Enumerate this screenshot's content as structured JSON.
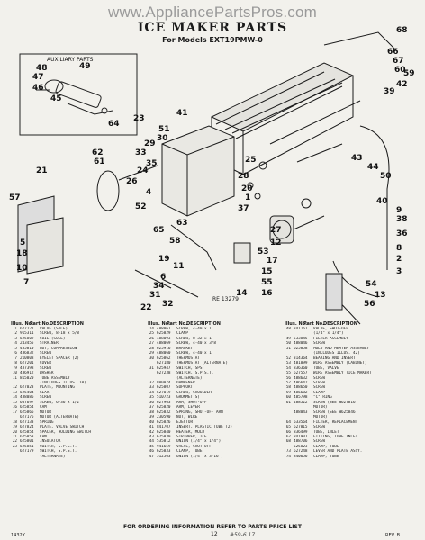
{
  "watermark": "www.AppliancePartsPros.com",
  "title": "ICE MAKER PARTS",
  "subtitle": "For Models EXT19PMW-0",
  "inset_label": "AUXILIARY PARTS",
  "figure_number": "RE 13279",
  "callouts": {
    "inset": [
      "48",
      "49",
      "47",
      "46",
      "45",
      "64"
    ],
    "main": [
      "68",
      "66",
      "67",
      "60",
      "59",
      "42",
      "39",
      "41",
      "23",
      "51",
      "30",
      "29",
      "33",
      "35",
      "24",
      "26",
      "62",
      "61",
      "21",
      "57",
      "4",
      "52",
      "25",
      "28",
      "20",
      "1",
      "37",
      "43",
      "44",
      "50",
      "40",
      "9",
      "38",
      "36",
      "8",
      "2",
      "3",
      "5",
      "18",
      "10",
      "7",
      "65",
      "58",
      "19",
      "11",
      "6",
      "17",
      "15",
      "55",
      "16",
      "14",
      "27",
      "12",
      "53",
      "54",
      "13",
      "56",
      "34",
      "31",
      "32",
      "22",
      "63"
    ]
  },
  "parts_columns": [
    {
      "headers": [
        "Illus. No.",
        "Part No.",
        "DESCRIPTION"
      ],
      "rows": [
        [
          "1",
          "627127",
          "VALVE (SOLE)"
        ],
        [
          "2",
          "915311",
          "SCREW, 8-18 x 5/8"
        ],
        [
          "3",
          "625809",
          "COIL (SOLE)"
        ],
        [
          "4",
          "243455",
          "STRAINER"
        ],
        [
          "5",
          "485810",
          "NUT, COMPRESSION"
        ],
        [
          "6",
          "486832",
          "SCREW"
        ],
        [
          "7",
          "210808",
          "EYELET SPACER (2)"
        ],
        [
          "8",
          "627201",
          "COVER"
        ],
        [
          "9",
          "487398",
          "SCREW"
        ],
        [
          "10",
          "486912",
          "WASHER"
        ],
        [
          "11",
          "815020",
          "TUBE ASSEMBLY"
        ],
        [
          "",
          "",
          "(INCLUDES ILLUS. 10)"
        ],
        [
          "12",
          "627023",
          "PLATE, MOUNTING"
        ],
        [
          "13",
          "625404",
          "GEAR"
        ],
        [
          "14",
          "488086",
          "SCREW"
        ],
        [
          "15",
          "607697",
          "SCREW, 6-36 x 1/2"
        ],
        [
          "16",
          "625854",
          "CAM"
        ],
        [
          "17",
          "625866",
          "MOTOR"
        ],
        [
          "",
          "627176",
          "MOTOR (ALTERNATE)"
        ],
        [
          "18",
          "627133",
          "SPRING"
        ],
        [
          "19",
          "627824",
          "PLATE, VALVE SWITCH"
        ],
        [
          "20",
          "625854",
          "SPACER, HOLDING SWITCH"
        ],
        [
          "21",
          "625853",
          "CAM"
        ],
        [
          "22",
          "625801",
          "INSULATOR"
        ],
        [
          "23",
          "625851",
          "SWITCH, S.P.S.T."
        ],
        [
          "",
          "627179",
          "SWITCH, S.P.S.T."
        ],
        [
          "",
          "",
          "(ALTERNATE)"
        ]
      ]
    },
    {
      "headers": [
        "Illus. No.",
        "Part No.",
        "DESCRIPTION"
      ],
      "rows": [
        [
          "24",
          "488061",
          "SCREW, 4-40 x 1"
        ],
        [
          "25",
          "625829",
          "CLAMP"
        ],
        [
          "26",
          "488093",
          "SCREW, 8-32 x 1"
        ],
        [
          "27",
          "488069",
          "SCREW, 4-40 x 3/8"
        ],
        [
          "28",
          "625916",
          "BRACKET"
        ],
        [
          "29",
          "488060",
          "SCREW, 4-40 x 1"
        ],
        [
          "30",
          "625862",
          "THERMOSTAT"
        ],
        [
          "",
          "627180",
          "THERMOSTAT (ALTERNATE)"
        ],
        [
          "31",
          "625947",
          "SWITCH, SPST"
        ],
        [
          "",
          "627238",
          "SWITCH, S.P.S.T."
        ],
        [
          "",
          "",
          "(ALTERNATE)"
        ],
        [
          "32",
          "800074",
          "DAMPENER"
        ],
        [
          "33",
          "625807",
          "SUPPORT"
        ],
        [
          "34",
          "627019",
          "SCREW, SHOULDER"
        ],
        [
          "35",
          "510723",
          "GROMMET(S)"
        ],
        [
          "36",
          "627963",
          "ARM, SHUT-OFF"
        ],
        [
          "37",
          "625820",
          "ARM, LEVER"
        ],
        [
          "38",
          "625832",
          "SPRING, SHUT-OFF ARM"
        ],
        [
          "39",
          "230590",
          "NUT, WIRE"
        ],
        [
          "40",
          "625826",
          "EJECTOR"
        ],
        [
          "41",
          "841707",
          "INSERT, PLASTIC TUBE (2)"
        ],
        [
          "42",
          "625840",
          "HEATER, MOLD"
        ],
        [
          "43",
          "625830",
          "STRIPPER, ICE"
        ],
        [
          "44",
          "535812",
          "UNION (1/4\" x 1/4\")"
        ],
        [
          "45",
          "941659",
          "VALVE, SHUT-OFF"
        ],
        [
          "46",
          "625833",
          "CLAMP, TUBE"
        ],
        [
          "47",
          "512503",
          "UNION (1/4\" x 3/16\")"
        ]
      ]
    },
    {
      "headers": [
        "Illus. No.",
        "Part No.",
        "DESCRIPTION"
      ],
      "rows": [
        [
          "48",
          "341161",
          "VALVE, SHUT-OFF"
        ],
        [
          "",
          "",
          "(1/4\" x 1/4\")"
        ],
        [
          "49",
          "533845",
          "FILTER ASSEMBLY"
        ],
        [
          "50",
          "488046",
          "SCREW"
        ],
        [
          "51",
          "625858",
          "MOLD AND HEATER ASSEMBLY"
        ],
        [
          "",
          "",
          "(INCLUDES ILLUS. 42)"
        ],
        [
          "52",
          "314364",
          "BEARING AND INSERT"
        ],
        [
          "53",
          "481899",
          "WIRE ASSEMBLY (CABINET)"
        ],
        [
          "54",
          "836360",
          "TUBE, VALVE"
        ],
        [
          "55",
          "627557",
          "WIRE ASSEMBLY (ICE MAKER)"
        ],
        [
          "56",
          "488632",
          "SCREW"
        ],
        [
          "57",
          "486642",
          "SCREW"
        ],
        [
          "58",
          "488650",
          "SCREW"
        ],
        [
          "59",
          "486682",
          "CLAMP"
        ],
        [
          "60",
          "485798",
          "\"C\" RING"
        ],
        [
          "61",
          "488522",
          "SCREW (SEE W627816"
        ],
        [
          "",
          "",
          "MOTOR)"
        ],
        [
          "",
          "488043",
          "SCREW (SEE W625846"
        ],
        [
          "",
          "",
          "MOTOR)"
        ],
        [
          "64",
          "633564",
          "FILTER, REPLACEMENT"
        ],
        [
          "65",
          "627815",
          "SCREW"
        ],
        [
          "66",
          "836499",
          "TUBE, INLET"
        ],
        [
          "67",
          "841907",
          "FITTING, TUBE INLET"
        ],
        [
          "68",
          "488706",
          "SCREW"
        ],
        [
          "",
          "625823",
          "CLAMP, TUBE"
        ],
        [
          "73",
          "627248",
          "LEVER AND PLATE ASSY."
        ],
        [
          "74",
          "840656",
          "CLAMP, TUBE"
        ]
      ]
    }
  ],
  "footer": "FOR ORDERING INFORMATION REFER TO PARTS PRICE LIST",
  "page_number": "12",
  "doc_number": "1432Y",
  "revision": "REV. B",
  "handwritten_note": "#59-6.17"
}
